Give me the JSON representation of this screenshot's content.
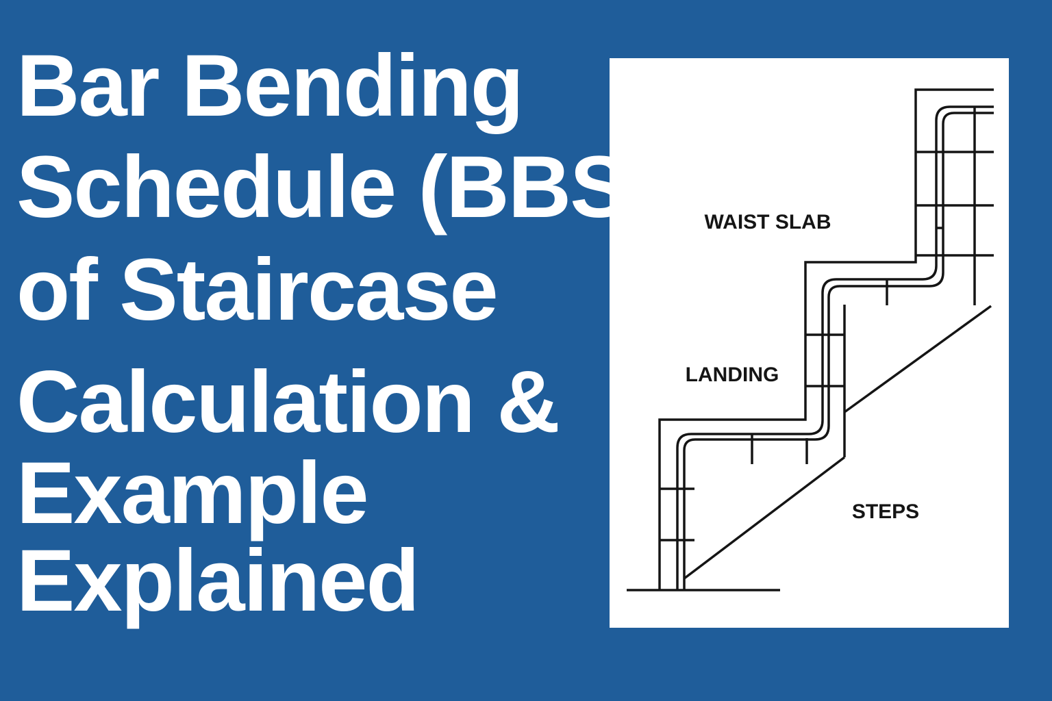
{
  "title": {
    "lines": [
      "Bar Bending",
      "Schedule (BBS",
      "of Staircase",
      "Calculation &",
      "Example",
      "Explained"
    ]
  },
  "diagram": {
    "labels": {
      "waist_slab": "WAIST SLAB",
      "landing": "LANDING",
      "steps": "STEPS"
    }
  },
  "colors": {
    "background": "#1f5d9a",
    "panel": "#ffffff",
    "line": "#151515",
    "text": "#ffffff"
  }
}
